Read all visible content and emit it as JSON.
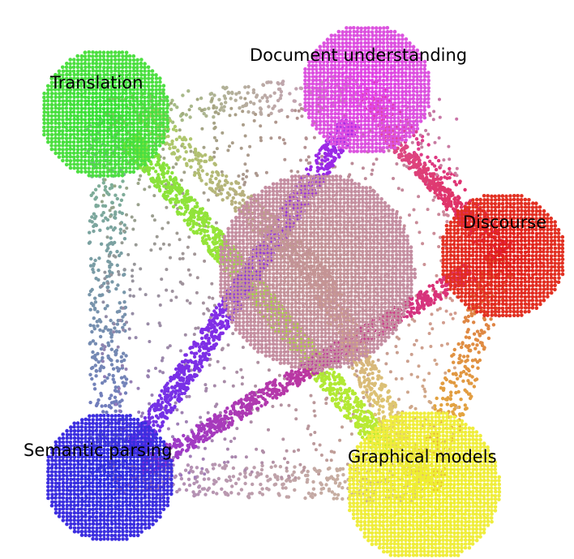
{
  "topics": [
    {
      "id": "document",
      "label": "Document understanding",
      "color": "#e23ee6"
    },
    {
      "id": "translation",
      "label": "Translation",
      "color": "#33e033"
    },
    {
      "id": "discourse",
      "label": "Discourse",
      "color": "#e11a1a"
    },
    {
      "id": "semantic",
      "label": "Semantic parsing",
      "color": "#2a2ae0"
    },
    {
      "id": "graphical",
      "label": "Graphical models",
      "color": "#efef2a"
    }
  ],
  "center_color": "#c39494"
}
